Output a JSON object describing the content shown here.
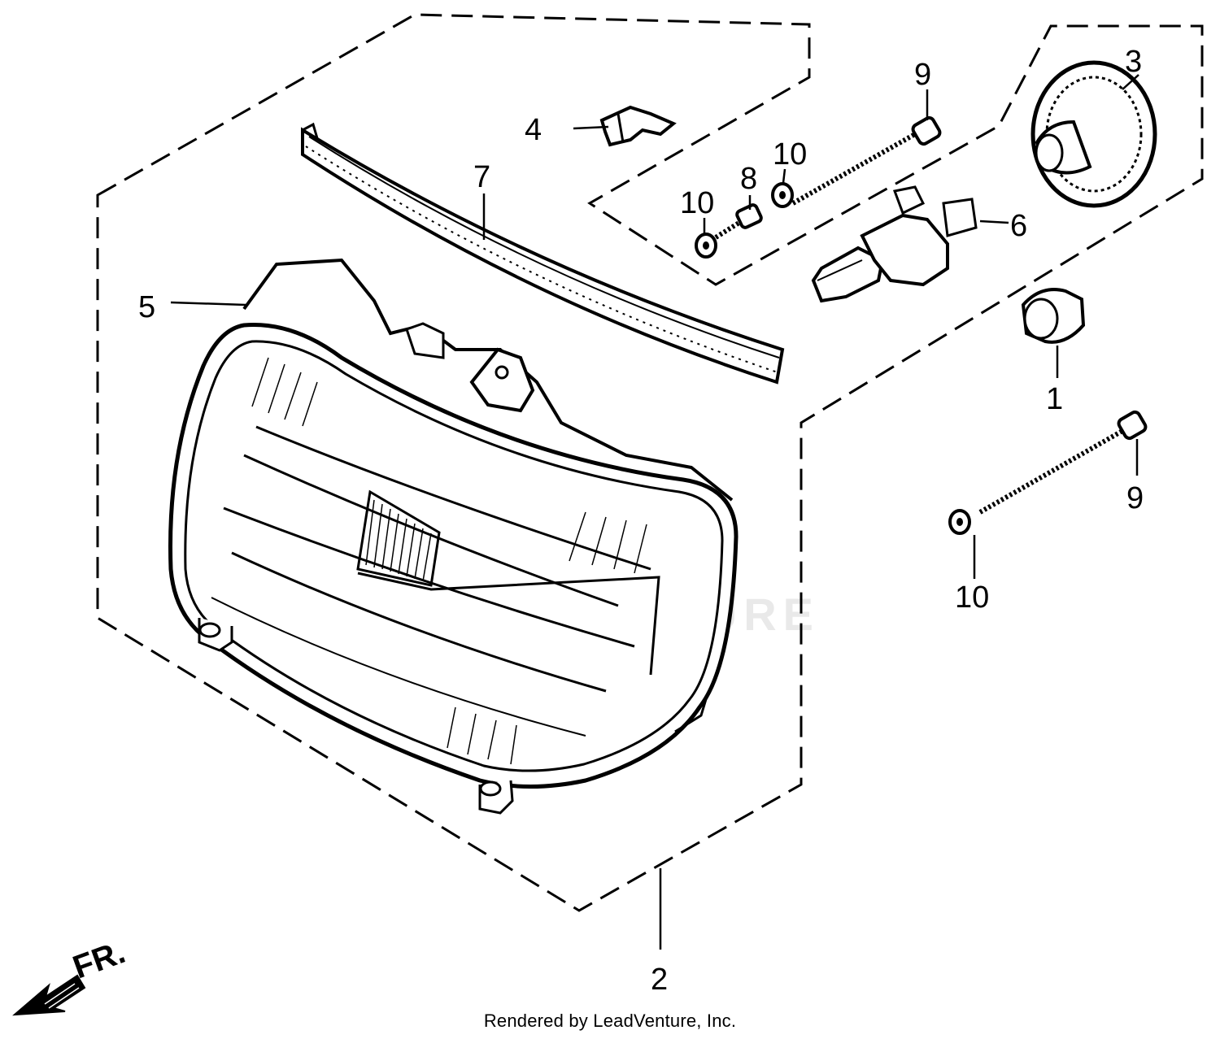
{
  "callouts": {
    "c1": "1",
    "c2": "2",
    "c3": "3",
    "c4": "4",
    "c5": "5",
    "c6": "6",
    "c7": "7",
    "c8": "8",
    "c9a": "9",
    "c9b": "9",
    "c10a": "10",
    "c10b": "10",
    "c10c": "10"
  },
  "direction_label": "FR.",
  "watermark": "LEADVENTURE",
  "footer": "Rendered by LeadVenture, Inc."
}
